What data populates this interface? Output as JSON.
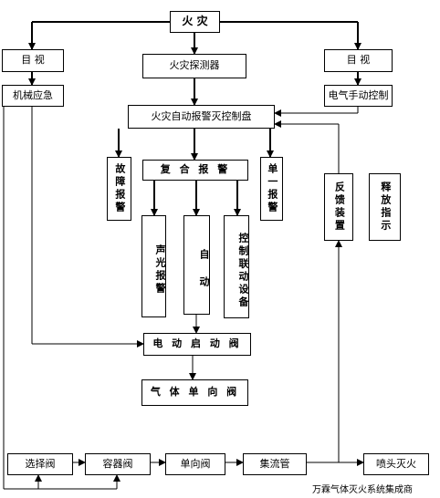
{
  "nodes": {
    "fire": "火 灾",
    "visual_left": "目 视",
    "fire_detector": "火灾探测器",
    "visual_right": "目 视",
    "mechanical_emergency": "机械应急",
    "electric_manual": "电气手动控制",
    "auto_panel": "火灾自动报警灭控制盘",
    "fault_alarm": "故障报警",
    "compound_alarm": "复 合 报 警",
    "single_alarm": "单一报警",
    "feedback_device": "反馈装置",
    "release_indicator": "释放指示",
    "sound_light_alarm": "声光报警",
    "automatic": "自 动",
    "linkage_equipment": "控制联动设备",
    "electric_start_valve": "电 动 启 动 阀",
    "gas_check_valve": "气 体 单 向 阀",
    "selector_valve": "选择阀",
    "container_valve": "容器阀",
    "check_valve": "单向阀",
    "manifold": "集流管",
    "nozzle_extinguish": "喷头灭火"
  },
  "footer": "万霖气体灭火系统集成商"
}
